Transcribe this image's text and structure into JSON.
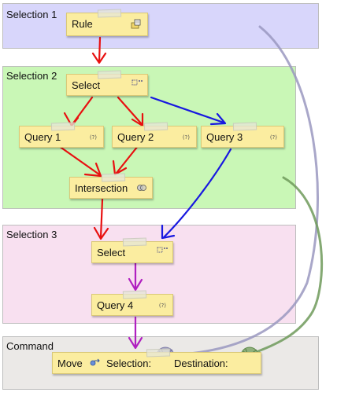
{
  "sections": [
    {
      "label": "Selection 1",
      "color": "#d8d6fb"
    },
    {
      "label": "Selection 2",
      "color": "#c9f7b6"
    },
    {
      "label": "Selection 3",
      "color": "#f8e0f0"
    },
    {
      "label": "Command",
      "color": "#ebe9e7"
    }
  ],
  "nodes": {
    "rule": {
      "label": "Rule"
    },
    "select1": {
      "label": "Select"
    },
    "query1": {
      "label": "Query 1",
      "badge": "(?)"
    },
    "query2": {
      "label": "Query 2",
      "badge": "(?)"
    },
    "query3": {
      "label": "Query 3",
      "badge": "(?)"
    },
    "intersection": {
      "label": "Intersection"
    },
    "select2": {
      "label": "Select"
    },
    "query4": {
      "label": "Query 4",
      "badge": "(?)"
    },
    "move": {
      "label": "Move",
      "selection": "Selection:",
      "destination": "Destination:"
    }
  },
  "colors": {
    "red": "#e81010",
    "blue": "#1818e0",
    "purple": "#b020c0",
    "lavender_wire": "#9a98c0",
    "green_wire": "#6f9a5a"
  }
}
